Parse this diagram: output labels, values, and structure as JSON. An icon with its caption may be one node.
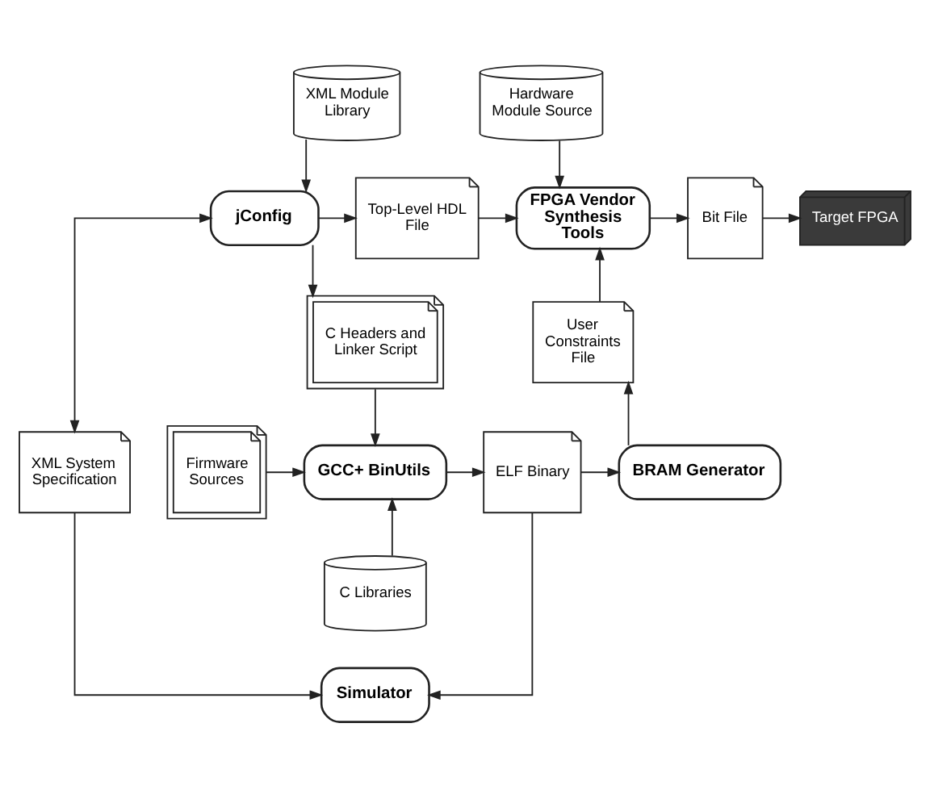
{
  "diagram": {
    "nodes": [
      {
        "text": [
          "XML Module Library"
        ]
      },
      {
        "text": [
          "Hardware Module Source"
        ]
      },
      {
        "text": [
          "jConfig"
        ]
      },
      {
        "text": [
          "Top-Level HDL File"
        ]
      },
      {
        "text": [
          "FPGA Vendor Synthesis Tools"
        ]
      },
      {
        "text": [
          "Bit File"
        ]
      },
      {
        "text": [
          "Target FPGA"
        ]
      },
      {
        "text": [
          "C Headers and Linker Script"
        ]
      },
      {
        "text": [
          "User Constraints File"
        ]
      },
      {
        "text": [
          "XML System Specification"
        ]
      },
      {
        "text": [
          "Firmware Sources"
        ]
      },
      {
        "text": [
          "GCC+ BinUtils"
        ]
      },
      {
        "text": [
          "ELF Binary"
        ]
      },
      {
        "text": [
          "BRAM Generator"
        ]
      },
      {
        "text": [
          "C Libraries"
        ]
      },
      {
        "text": [
          "Simulator"
        ]
      }
    ],
    "edges": [
      {
        "from": 0,
        "to": 2,
        "arrow": "to"
      },
      {
        "from": 1,
        "to": 4,
        "arrow": "to"
      },
      {
        "from": 2,
        "to": 3,
        "arrow": "to"
      },
      {
        "from": 3,
        "to": 4,
        "arrow": "to"
      },
      {
        "from": 4,
        "to": 5,
        "arrow": "to"
      },
      {
        "from": 5,
        "to": 6,
        "arrow": "to"
      },
      {
        "from": 2,
        "to": 7,
        "arrow": "to"
      },
      {
        "from": 2,
        "to": 9,
        "arrow": "both"
      },
      {
        "from": 7,
        "to": 11,
        "arrow": "to"
      },
      {
        "from": 10,
        "to": 11,
        "arrow": "to"
      },
      {
        "from": 14,
        "to": 11,
        "arrow": "to"
      },
      {
        "from": 11,
        "to": 12,
        "arrow": "to"
      },
      {
        "from": 12,
        "to": 13,
        "arrow": "to"
      },
      {
        "from": 13,
        "to": 8,
        "arrow": "to"
      },
      {
        "from": 8,
        "to": 4,
        "arrow": "to"
      },
      {
        "from": 9,
        "to": 15,
        "arrow": "to"
      },
      {
        "from": 12,
        "to": 15,
        "arrow": "to"
      }
    ]
  }
}
